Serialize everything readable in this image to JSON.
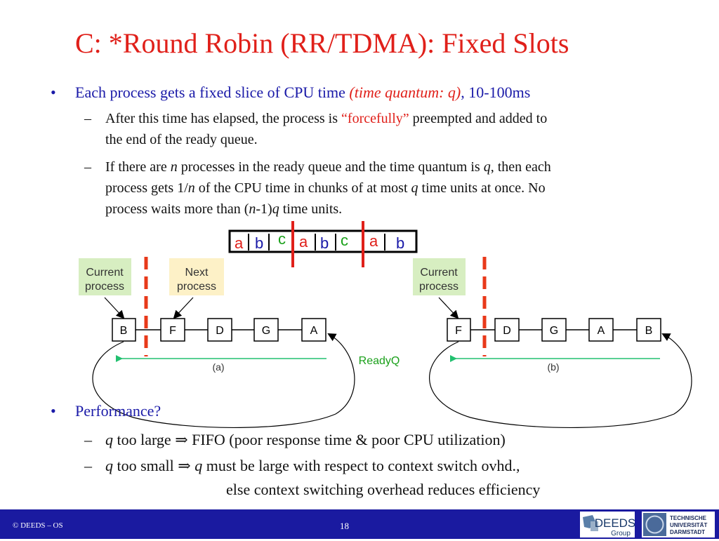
{
  "title": "C: *Round Robin (RR/TDMA): Fixed Slots",
  "bullet1": {
    "marker": "•",
    "text_a": "Each process gets a fixed slice of CPU time ",
    "text_b": "(time quantum: q)",
    "text_c": ", 10-100ms",
    "sub": [
      {
        "marker": "–",
        "line1_a": "After this time has elapsed, the process is ",
        "line1_b": "“forcefully”",
        "line1_c": " preempted and added to",
        "line2": "the end of the ready queue."
      },
      {
        "marker": "–",
        "line1_a": "If there are ",
        "n": "n",
        "line1_c": " processes in the ready queue and the time quantum is ",
        "q": "q",
        "line1_e": ", then each",
        "line2_a": "process gets 1/",
        "line2_c": " of the CPU time in chunks of at most ",
        "line2_e": " time units at once.  No",
        "line3_a": "process waits more than (",
        "line3_c": "-1)",
        "line3_e": " time units."
      }
    ]
  },
  "timeline": {
    "slots": [
      {
        "label": "a",
        "color": "#e0201a"
      },
      {
        "label": "b",
        "color": "#1a1aa8"
      },
      {
        "label": "c",
        "color": "#1aa01a"
      },
      {
        "label": "a",
        "color": "#e0201a"
      },
      {
        "label": "b",
        "color": "#1a1aa8"
      },
      {
        "label": "c",
        "color": "#1aa01a"
      },
      {
        "label": "a",
        "color": "#e0201a"
      },
      {
        "label": "b",
        "color": "#1a1aa8"
      }
    ]
  },
  "diagram": {
    "left": {
      "current_label_1": "Current",
      "current_label_2": "process",
      "next_label_1": "Next",
      "next_label_2": "process",
      "nodes": [
        "B",
        "F",
        "D",
        "G",
        "A"
      ],
      "caption": "(a)"
    },
    "right": {
      "current_label_1": "Current",
      "current_label_2": "process",
      "nodes": [
        "F",
        "D",
        "G",
        "A",
        "B"
      ],
      "caption": "(b)"
    },
    "readyq_label": "ReadyQ",
    "colors": {
      "label_green": "#d7eec1",
      "label_yellow": "#fdf1c7",
      "arrow_green": "#22c070",
      "dash_red": "#e8391a"
    }
  },
  "bullet2": {
    "marker": "•",
    "text": "Performance?",
    "sub": [
      {
        "marker": "–",
        "q": "q",
        "a": " too large ",
        "arrow": "⇒",
        "b": " FIFO (poor response time & poor CPU utilization)"
      },
      {
        "marker": "–",
        "q": "q",
        "a": " too small ",
        "arrow": "⇒",
        "q2": "q",
        "b": " must be large with respect to context switch ovhd.,",
        "line2": "else context switching overhead reduces efficiency"
      }
    ]
  },
  "footer": {
    "copyright": "© DEEDS – OS",
    "page": "18",
    "deeds_logo": "DEEDS",
    "deeds_sub": "Group",
    "tud_1": "TECHNISCHE",
    "tud_2": "UNIVERSITÄT",
    "tud_3": "DARMSTADT"
  }
}
